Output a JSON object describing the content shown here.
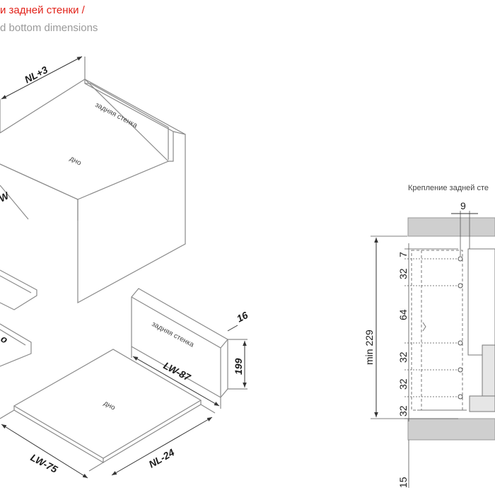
{
  "header": {
    "title_ru": "и задней стенки /",
    "title_en": "d bottom dimensions"
  },
  "box": {
    "back_label": "задняя стенка",
    "bottom_label": "дно",
    "dim_top": "NL+3",
    "dim_left_partial": "W"
  },
  "panels": {
    "back_label": "задняя стенка",
    "back_width": "LW-87",
    "back_height": "199",
    "back_thickness": "16",
    "bottom_label": "дно",
    "bottom_width": "LW-75",
    "bottom_depth": "NL-24"
  },
  "rail": {
    "left_partial": "о"
  },
  "section": {
    "caption": "Крепление задней сте",
    "top_offset": "9",
    "dims": [
      "7",
      "32",
      "64",
      "32",
      "32",
      "32"
    ],
    "total": "min 229",
    "bottom_offset": "15"
  },
  "colors": {
    "title_red": "#e2231a",
    "title_gray": "#9a9a9a",
    "line": "#8a8a8a",
    "shelf_fill": "#cfcfcf"
  }
}
